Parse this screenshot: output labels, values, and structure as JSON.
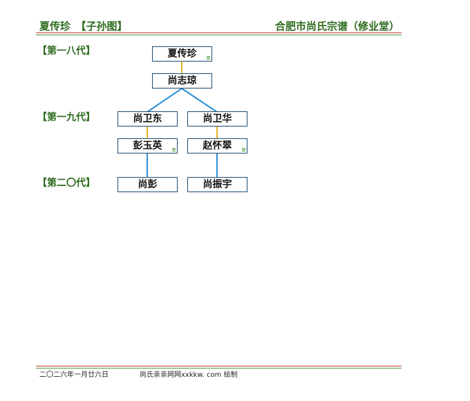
{
  "header": {
    "left_title": "夏传珍　【子孙图】",
    "right_title": "合肥市尚氏宗谱（修业堂）"
  },
  "generations": [
    "【第一八代】",
    "【第一九代】",
    "【第二〇代】"
  ],
  "nodes": {
    "xia_chuanzhen": "夏传珍",
    "shang_zhiliang": "尚志琼",
    "shang_weidong": "尚卫东",
    "shang_weihua": "尚卫华",
    "peng_yuying": "彭玉英",
    "zhao_huaicui": "赵怀翠",
    "shang_peng": "尚彭",
    "shang_zhenyu": "尚振宇"
  },
  "footer": {
    "date": "二〇二六年一月廿六日",
    "credit": "尚氏亲亲网网xxkkw. com 绘制"
  },
  "colors": {
    "header_green": "#2e6b1f",
    "rule_red": "#c0392b",
    "rule_green": "#4a9a3a",
    "descent_line": "#2b8fd6",
    "spouse_line": "#e6b422",
    "node_border": "#1a4a72"
  }
}
